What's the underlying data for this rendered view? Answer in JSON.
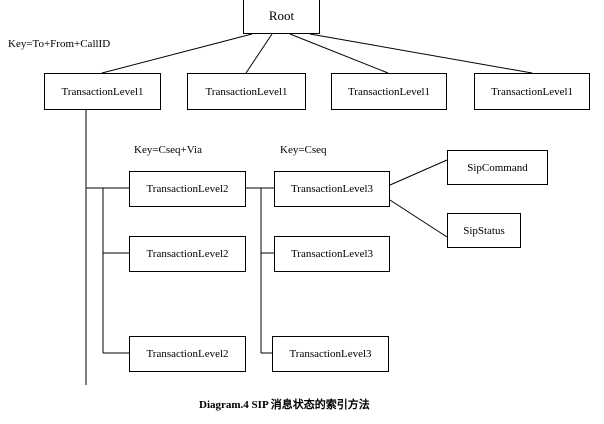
{
  "diagram": {
    "caption": "Diagram.4 SIP 消息状态的索引方法",
    "labels": {
      "key_level1": "Key=To+From+CallID",
      "key_level2": "Key=Cseq+Via",
      "key_level3": "Key=Cseq"
    },
    "nodes": {
      "root": "Root",
      "level1": [
        "TransactionLevel1",
        "TransactionLevel1",
        "TransactionLevel1",
        "TransactionLevel1"
      ],
      "level2": [
        "TransactionLevel2",
        "TransactionLevel2",
        "TransactionLevel2"
      ],
      "level3": [
        "TransactionLevel3",
        "TransactionLevel3",
        "TransactionLevel3"
      ],
      "leaves": [
        "SipCommand",
        "SipStatus"
      ]
    },
    "colors": {
      "stroke": "#000000",
      "fill": "#ffffff",
      "text": "#000000"
    }
  }
}
